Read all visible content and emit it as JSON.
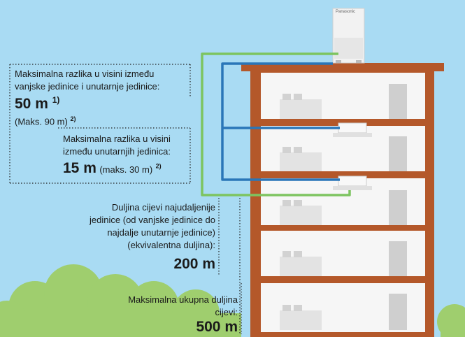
{
  "outdoor_unit": {
    "brand": "Panasonic"
  },
  "annotations": {
    "height_outdoor_indoor": {
      "label_line1": "Maksimalna razlika u visini između",
      "label_line2": "vanjske jedinice i unutarnje jedinice:",
      "value": "50 m",
      "value_note": "1)",
      "max": "(Maks. 90 m)",
      "max_note": "2)"
    },
    "height_indoor_indoor": {
      "label_line1": "Maksimalna razlika u visini",
      "label_line2": "između unutarnjih jedinica:",
      "value": "15 m",
      "max": "(maks. 30 m)",
      "max_note": "2)"
    },
    "pipe_length_farthest": {
      "label_line1": "Duljina cijevi najudaljenije",
      "label_line2": "jedinice (od vanjske jedinice do",
      "label_line3": "najdalje unutarnje jedinice)",
      "label_line4": "(ekvivalentna duljina):",
      "value": "200 m"
    },
    "total_pipe_length": {
      "label_line1": "Maksimalna ukupna duljina",
      "label_line2": "cijevi:",
      "value": "500 m"
    }
  },
  "colors": {
    "sky": "#a9dbf3",
    "brick": "#b4582a",
    "floor": "#f6f6f6",
    "pipe_green": "#7dc460",
    "pipe_blue": "#2a76b8",
    "bush": "#9fce6e"
  }
}
